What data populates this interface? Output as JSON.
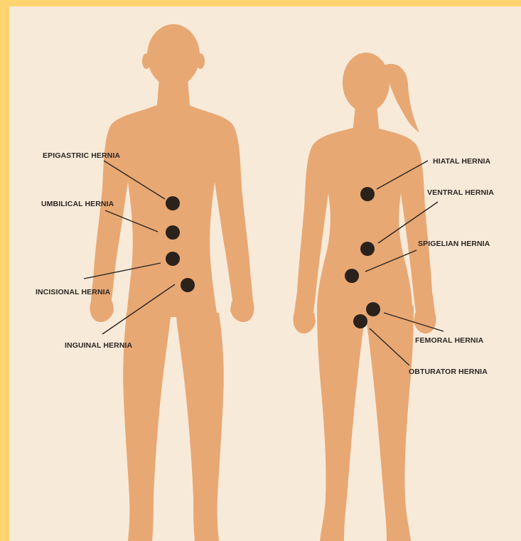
{
  "colors": {
    "border": "#fdd46f",
    "background": "#f8ead9",
    "body": "#e8a873",
    "marker": "#2b221c",
    "text": "#2a2624"
  },
  "figures": {
    "male": "male-body-silhouette",
    "female": "female-body-silhouette"
  },
  "male_labels": {
    "epigastric": "EPIGASTRIC HERNIA",
    "umbilical": "UMBILICAL HERNIA",
    "incisional": "INCISIONAL HERNIA",
    "inguinal": "INGUINAL HERNIA"
  },
  "female_labels": {
    "hiatal": "HIATAL HERNIA",
    "ventral": "VENTRAL HERNIA",
    "spigelian": "SPIGELIAN HERNIA",
    "femoral": "FEMORAL HERNIA",
    "obturator": "OBTURATOR HERNIA"
  }
}
